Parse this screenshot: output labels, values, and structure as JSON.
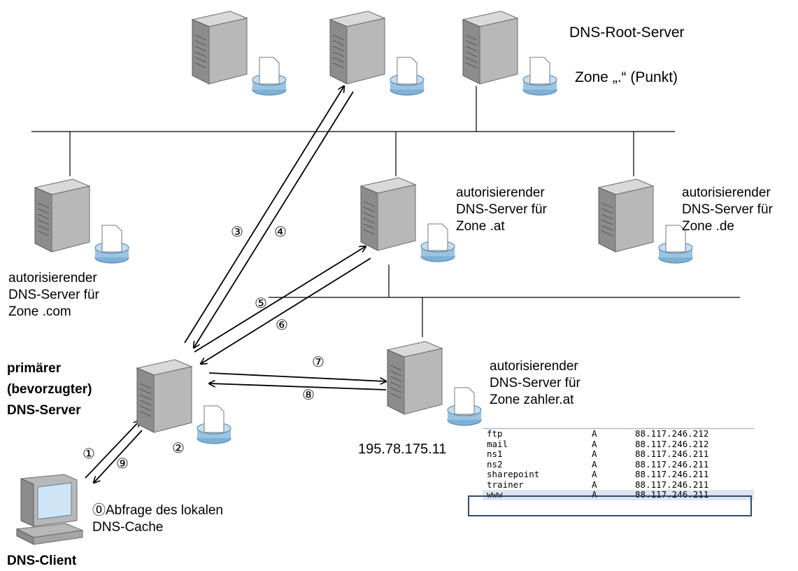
{
  "labels": {
    "root_title": "DNS-Root-Server",
    "root_zone": "Zone „.“ (Punkt)",
    "com_server": [
      "autorisierender",
      "DNS-Server für",
      "Zone .com"
    ],
    "at_server": [
      "autorisierender",
      "DNS-Server für",
      "Zone .at"
    ],
    "de_server": [
      "autorisierender",
      "DNS-Server für",
      "Zone .de"
    ],
    "zahler_server": [
      "autorisierender",
      "DNS-Server für",
      "Zone zahler.at"
    ],
    "zahler_ip": "195.78.175.11",
    "primary_server": [
      "primärer",
      "(bevorzugter)",
      "DNS-Server"
    ],
    "cache_query": [
      "⓪Abfrage des lokalen",
      "DNS-Cache"
    ],
    "client": "DNS-Client"
  },
  "steps": {
    "s1": "①",
    "s2": "②",
    "s3": "③",
    "s4": "④",
    "s5": "⑤",
    "s6": "⑥",
    "s7": "⑦",
    "s8": "⑧",
    "s9": "⑨"
  },
  "dns_records": [
    {
      "name": "ftp",
      "type": "A",
      "ip": "88.117.246.212"
    },
    {
      "name": "mail",
      "type": "A",
      "ip": "88.117.246.212"
    },
    {
      "name": "ns1",
      "type": "A",
      "ip": "88.117.246.211"
    },
    {
      "name": "ns2",
      "type": "A",
      "ip": "88.117.246.211"
    },
    {
      "name": "sharepoint",
      "type": "A",
      "ip": "88.117.246.211"
    },
    {
      "name": "trainer",
      "type": "A",
      "ip": "88.117.246.211"
    },
    {
      "name": "www",
      "type": "A",
      "ip": "88.117.246.211"
    }
  ],
  "highlighted_record": "www",
  "colors": {
    "server_body": "#b8b8b8",
    "server_front": "#8c8c8c",
    "disk": "#9cc3e0",
    "highlight_border": "#2f4a6e",
    "highlight_fill": "#dbe4f0"
  },
  "icons": {
    "server": "server-with-database-icon",
    "client": "desktop-computer-icon"
  }
}
